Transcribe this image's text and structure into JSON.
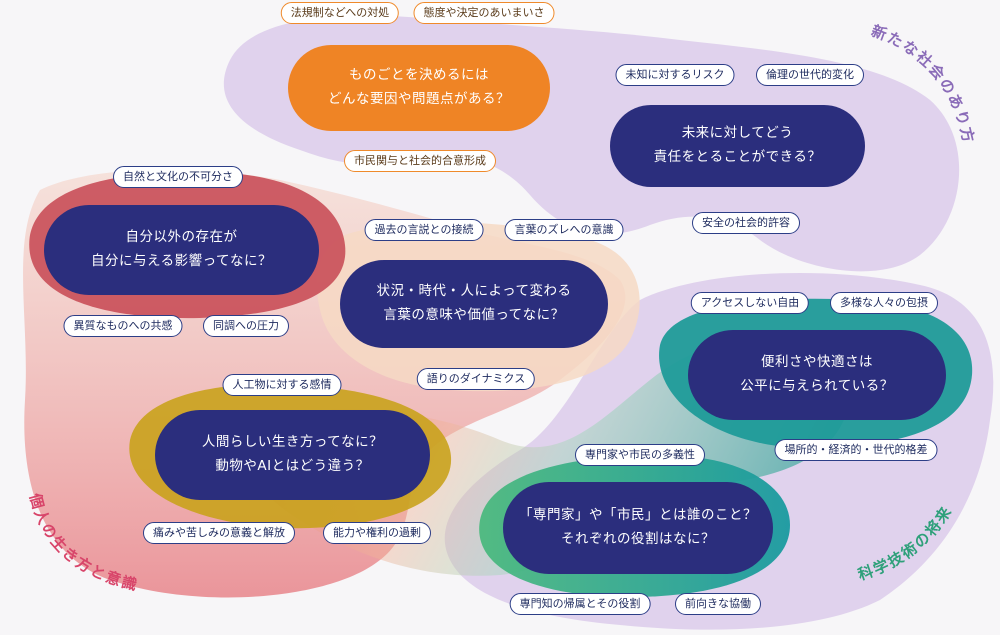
{
  "colors": {
    "navy": "#2b2e7d",
    "orange": "#ef8425",
    "lavender": "#d7c5ea",
    "purple_label": "#8a6bb8",
    "teal": "#1f9b99",
    "green_label": "#2ea07a",
    "red_label": "#d8456a",
    "olive": "#c9a21c",
    "red_ring": "#c94a55"
  },
  "areas": {
    "new_society": "新たな社会のあり方",
    "science_future": "科学技術の将来",
    "personal": "個人の生き方と意識"
  },
  "questions": {
    "decide": [
      "ものごとを決めるには",
      "どんな要因や問題点がある？"
    ],
    "future": [
      "未来に対してどう",
      "責任をとることができる？"
    ],
    "self": [
      "自分以外の存在が",
      "自分に与える影響ってなに？"
    ],
    "words": [
      "状況・時代・人によって変わる",
      "言葉の意味や価値ってなに？"
    ],
    "human": [
      "人間らしい生き方ってなに？",
      "動物やAIとはどう違う？"
    ],
    "convenience": [
      "便利さや快適さは",
      "公平に与えられている？"
    ],
    "expert": [
      "「専門家」や「市民」とは誰のこと？",
      "それぞれの役割はなに？"
    ]
  },
  "tags": {
    "law": "法規制などへの対処",
    "ambiguity": "態度や決定のあいまいさ",
    "citizen_consensus": "市民関与と社会的合意形成",
    "unknown_risk": "未知に対するリスク",
    "generational_ethics": "倫理の世代的変化",
    "safety_acceptance": "安全の社会的許容",
    "nature_culture": "自然と文化の不可分さ",
    "empathy": "異質なものへの共感",
    "conformity": "同調への圧力",
    "past_discourse": "過去の言説との接続",
    "word_gap": "言葉のズレへの意識",
    "dynamics": "語りのダイナミクス",
    "artifact_feeling": "人工物に対する感情",
    "pain_meaning": "痛みや苦しみの意義と解放",
    "ability_excess": "能力や権利の過剰",
    "no_access": "アクセスしない自由",
    "diversity": "多様な人々の包摂",
    "disparity": "場所的・経済的・世代的格差",
    "expert_diversity": "専門家や市民の多義性",
    "expertise_role": "専門知の帰属とその役割",
    "cooperation": "前向きな協働"
  }
}
